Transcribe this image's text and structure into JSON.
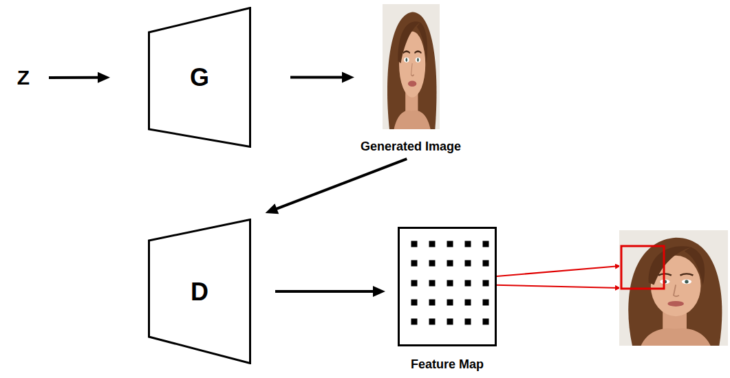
{
  "diagram": {
    "nodes": [
      {
        "text": [
          "Z"
        ]
      },
      {
        "text": [
          "G"
        ]
      },
      {
        "text": [
          "Generated Image"
        ]
      },
      {
        "text": [
          "D"
        ]
      },
      {
        "text": [
          "Feature Map"
        ]
      }
    ],
    "edges": [
      {
        "from": 0,
        "to": 1,
        "arrow": "to"
      },
      {
        "from": 1,
        "to": 2,
        "arrow": "to"
      },
      {
        "from": 2,
        "to": 3,
        "arrow": "to"
      },
      {
        "from": 3,
        "to": 4,
        "arrow": "to"
      }
    ]
  }
}
